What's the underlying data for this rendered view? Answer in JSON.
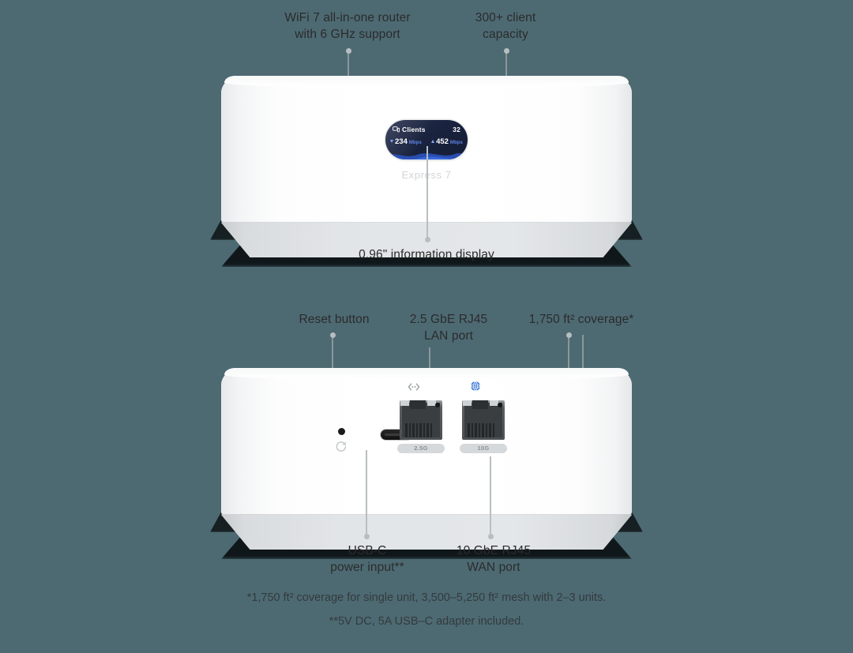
{
  "page": {
    "background_color": "#4d6a73",
    "text_color": "#2b2b2b"
  },
  "top_unit": {
    "brand_label": "Express 7",
    "display": {
      "clients_label": "Clients",
      "clients_count": "32",
      "clients_icon": "clients-display-icon",
      "download_value": "234",
      "download_unit": "Mbps",
      "upload_value": "452",
      "upload_unit": "Mbps",
      "accent_color": "#5b84e8"
    },
    "annotations": [
      {
        "name": "wifi7-callout",
        "text": "WiFi 7 all-in-one router\nwith 6 GHz support"
      },
      {
        "name": "client-capacity-callout",
        "text": "300+ client\ncapacity"
      },
      {
        "name": "display-callout",
        "text": "0.96\" information display"
      }
    ]
  },
  "bottom_unit": {
    "ports": {
      "reset_icon": "reset-circular-arrow-icon",
      "usbc_icon": "usb-c-port-icon",
      "lan_icon": "lan-link-icon",
      "wan_icon": "wan-globe-icon",
      "lan_badge": "2.5G",
      "wan_badge": "10G",
      "wan_icon_color": "#2f6fd0"
    },
    "annotations": [
      {
        "name": "reset-button-callout",
        "text": "Reset button"
      },
      {
        "name": "lan-port-callout",
        "text": "2.5 GbE RJ45\nLAN port"
      },
      {
        "name": "coverage-callout",
        "text": "1,750 ft² coverage*"
      },
      {
        "name": "usbc-callout",
        "text": "USB-C\npower input**"
      },
      {
        "name": "wan-port-callout",
        "text": "10 GbE RJ45\nWAN port"
      }
    ]
  },
  "footnotes": {
    "line1": "*1,750 ft² coverage for single unit, 3,500–5,250 ft² mesh with 2–3 units.",
    "line2": "**5V DC, 5A USB–C adapter included."
  }
}
